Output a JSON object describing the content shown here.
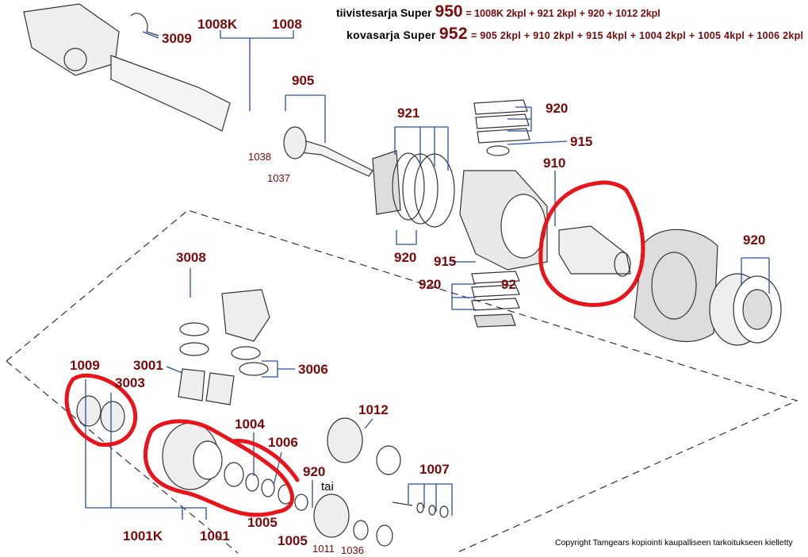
{
  "header": {
    "line1": {
      "name": "tiivistesarja Super",
      "kit": "950",
      "contents": "= 1008K 2kpl + 921 2kpl + 920 + 1012 2kpl"
    },
    "line2": {
      "name": "kovasarja Super",
      "kit": "952",
      "contents": "= 905 2kpl + 910 2kpl + 915 4kpl + 1004 2kpl + 1005 4kpl + 1006 2kpl"
    }
  },
  "labels": {
    "p3009": "3009",
    "p1008k": "1008K",
    "p1008": "1008",
    "p905": "905",
    "p1038": "1038",
    "p1037": "1037",
    "p921": "921",
    "p920a": "920",
    "p915a": "915",
    "p910": "910",
    "p920b": "920",
    "p915b": "915",
    "p920c": "920",
    "p92": "92",
    "p920d": "920",
    "p3008": "3008",
    "p3001": "3001",
    "p3006": "3006",
    "p1009": "1009",
    "p3003": "3003",
    "p1004": "1004",
    "p1006": "1006",
    "p1012": "1012",
    "p920e": "920",
    "tai": "tai",
    "p1007": "1007",
    "p1001k": "1001K",
    "p1001": "1001",
    "p1005a": "1005",
    "p1005b": "1005",
    "p1011": "1011",
    "p1036": "1036"
  },
  "copyright": "Copyright Tamgears kopiointi kaupalliseen tarkoitukseen kielletty",
  "colors": {
    "label": "#7a0a0a",
    "highlight": "#e8141a",
    "line": "#2a4fa8"
  }
}
